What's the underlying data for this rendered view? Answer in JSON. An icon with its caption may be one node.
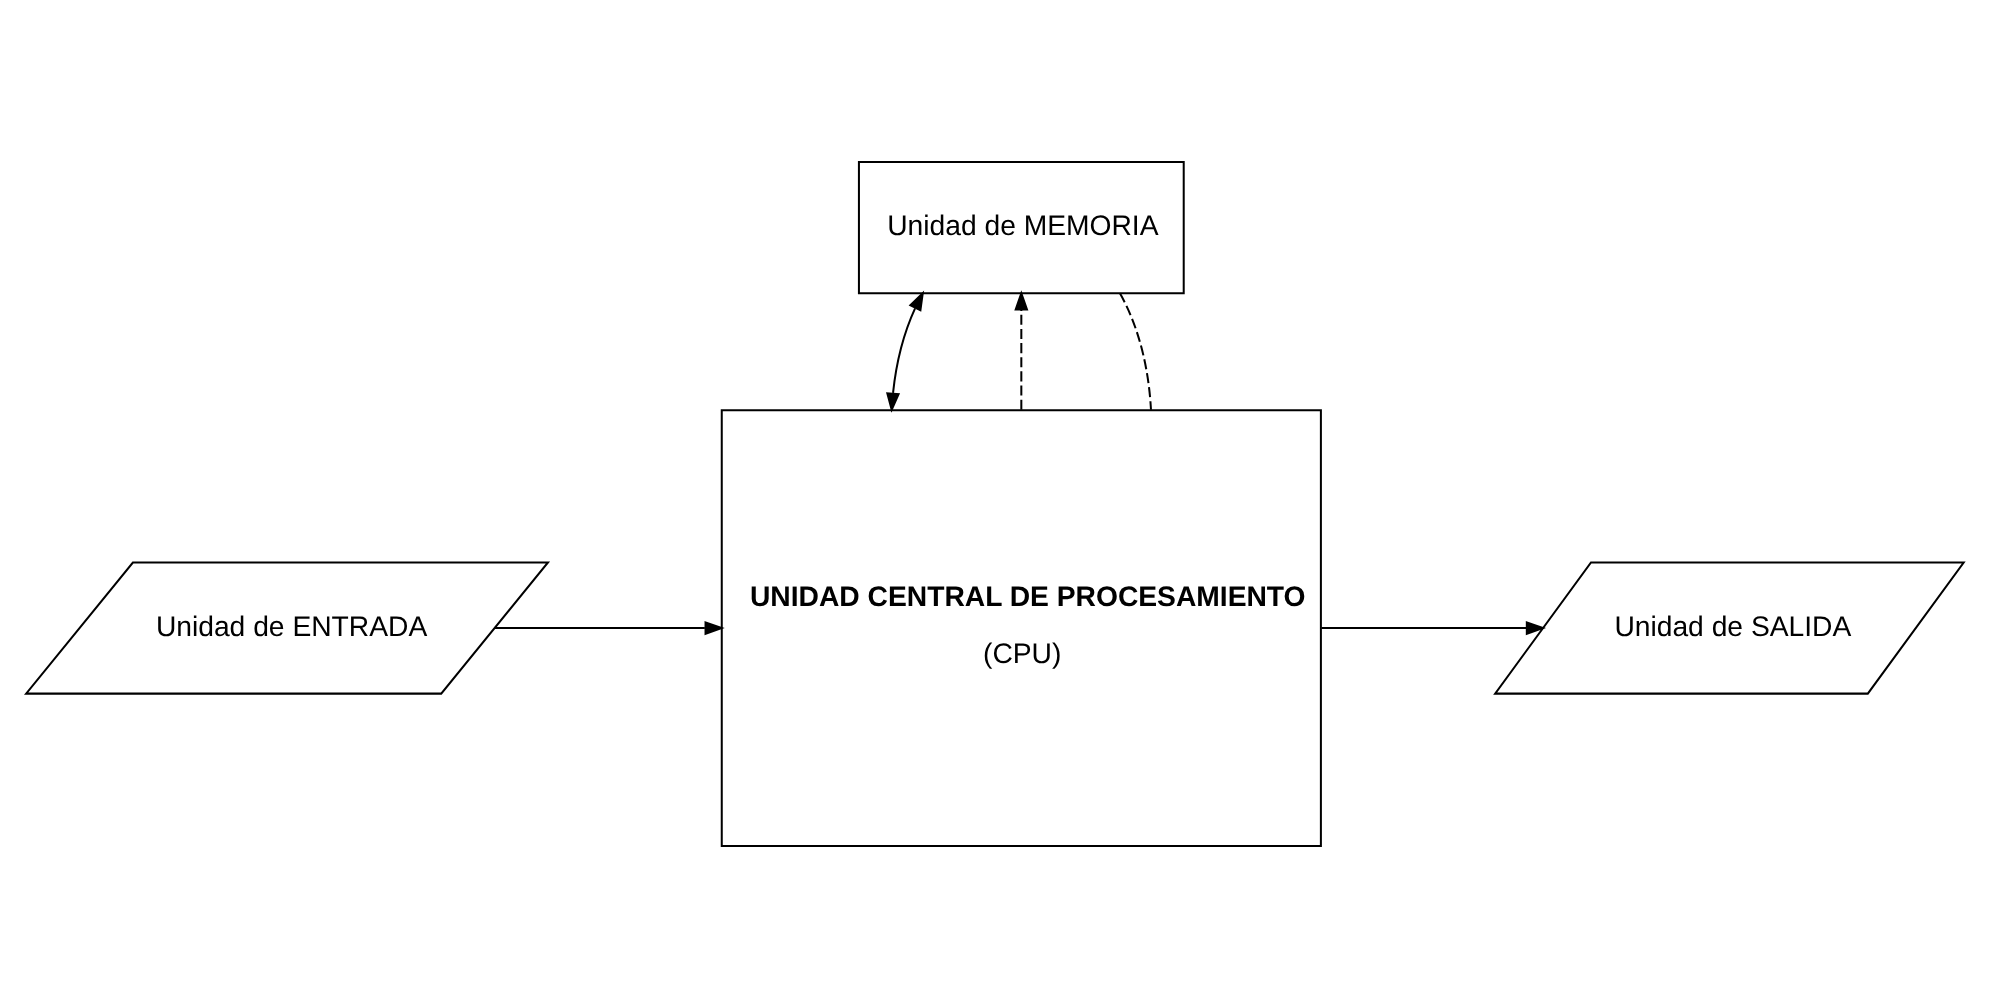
{
  "diagram": {
    "nodes": [
      {
        "text": [
          "Unidad de MEMORIA"
        ]
      },
      {
        "text": [
          "Unidad de ENTRADA"
        ]
      },
      {
        "text": [
          "UNIDAD CENTRAL DE PROCESAMIENTO",
          "(CPU)"
        ]
      },
      {
        "text": [
          "Unidad de SALIDA"
        ]
      }
    ],
    "edges": [
      {
        "from": 1,
        "to": 2,
        "arrow": "to"
      },
      {
        "from": 2,
        "to": 0,
        "arrow": "to",
        "style": "dashed"
      },
      {
        "from": 0,
        "to": 2,
        "arrow": "both"
      },
      {
        "from": 0,
        "to": 2,
        "arrow": "none",
        "style": "dashed"
      },
      {
        "from": 2,
        "to": 3,
        "arrow": "to"
      }
    ]
  }
}
